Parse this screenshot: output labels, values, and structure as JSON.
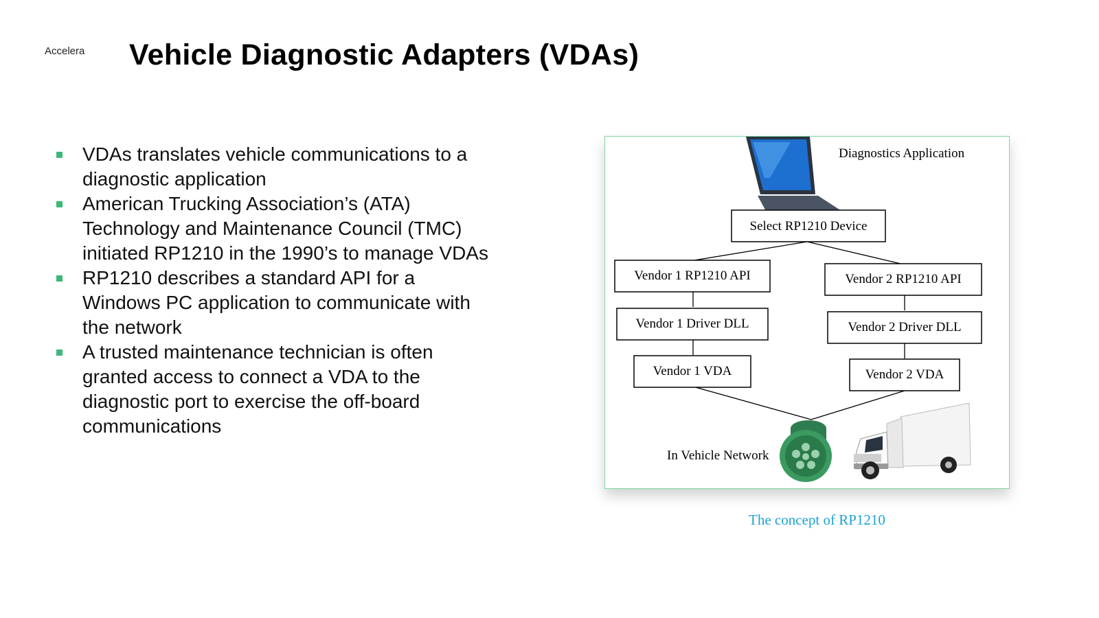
{
  "slide": {
    "brand": "Accelera",
    "title": "Vehicle Diagnostic Adapters (VDAs)",
    "bullets": [
      "VDAs translates vehicle communications to a diagnostic application",
      "American Trucking Association’s (ATA) Technology and Maintenance Council (TMC) initiated RP1210 in the 1990’s to manage VDAs",
      "RP1210 describes a standard API for a Windows PC application to communicate with the network",
      "A trusted maintenance technician is often granted access to connect a VDA to the diagnostic port to exercise the off-board communications"
    ],
    "bullet_color": "#3cb878"
  },
  "figure": {
    "app_label": "Diagnostics Application",
    "select_device": "Select RP1210 Device",
    "vendor1_api": "Vendor 1 RP1210 API",
    "vendor2_api": "Vendor 2 RP1210 API",
    "vendor1_dll": "Vendor 1 Driver DLL",
    "vendor2_dll": "Vendor 2 Driver DLL",
    "vendor1_vda": "Vendor 1 VDA",
    "vendor2_vda": "Vendor 2 VDA",
    "network_label": "In Vehicle Network",
    "caption": "The concept of RP1210",
    "caption_color": "#1aa3d6",
    "border_color": "#7fd6a6"
  }
}
